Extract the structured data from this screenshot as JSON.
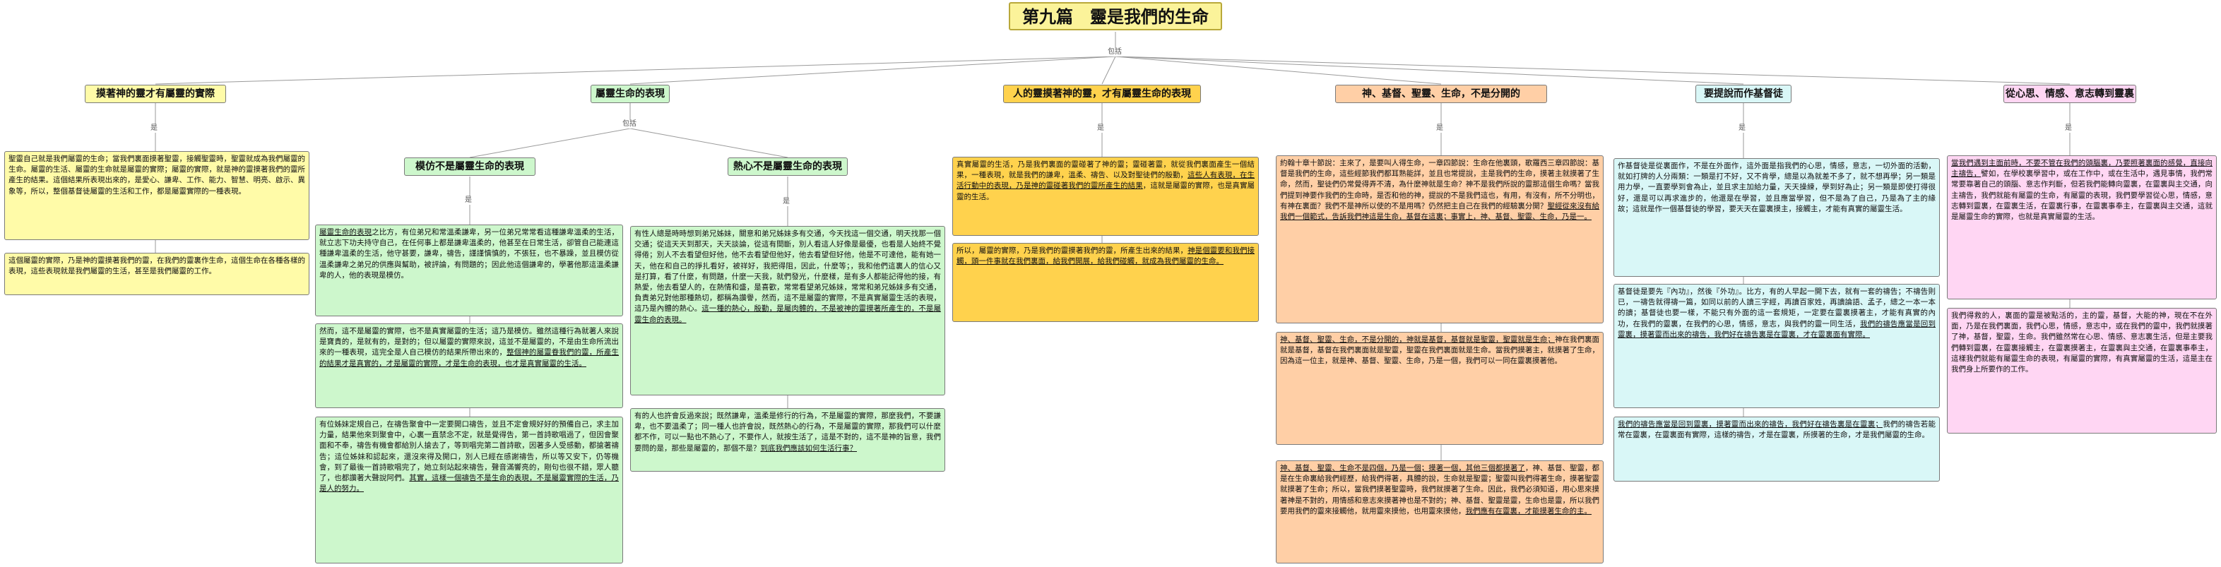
{
  "title": "第九篇　靈是我們的生命",
  "connector_labels": {
    "root": "包括",
    "green": "包括",
    "is": "是"
  },
  "branches": [
    {
      "id": "b1",
      "label": "摸著神的靈才有屬靈的實際",
      "color": "#fffba8"
    },
    {
      "id": "b2",
      "label": "屬靈生命的表現",
      "color": "#cdf7cc"
    },
    {
      "id": "b3",
      "label": "人的靈摸著神的靈，才有屬靈生命的表現",
      "color": "#ffd24d"
    },
    {
      "id": "b4",
      "label": "神、基督、聖靈、生命，不是分開的",
      "color": "#ffcfa6"
    },
    {
      "id": "b5",
      "label": "要提說而作基督徒",
      "color": "#d9f7f7"
    },
    {
      "id": "b6",
      "label": "從心思、情感、意志轉到靈裏",
      "color": "#ffd6f3"
    }
  ],
  "sub_branches": [
    {
      "id": "s1",
      "label": "模仿不是屬靈生命的表現"
    },
    {
      "id": "s2",
      "label": "熱心不是屬靈生命的表現"
    }
  ],
  "texts": {
    "y1": "聖靈自己就是我們屬靈的生命；當我們裏面摸著聖靈，接觸聖靈時，聖靈就成為我們屬靈的生命。屬靈的生活、屬靈的生命就是屬靈的實際；屬靈的實際，就是神的靈摸著我們的靈所產生的結果。這個結果所表現出來的，是愛心、謙卑、工作、能力、智慧、明亮、啟示、異象等，所以，整個基督徒屬靈的生活和工作，都是屬靈實際的一種表現。",
    "y2": "這個屬靈的實際，乃是神的靈摸著我們的靈，在我們的靈裏作生命，這個生命在各種各樣的表現，這些表現就是我們屬靈的生活，甚至是我們屬靈的工作。",
    "g1a": "屬靈生命的表現",
    "g1b": "之比方，有位弟兄和常溫柔謙卑，另一位弟兄常常看這種謙卑溫柔的生活，就立志下功夫持守自己，在任何事上都是謙卑溫柔的，他甚至在日常生活，卻管自己能連這種謙卑溫柔的生活，他守甚要，謙卑，禱告，謹謹慎慎的，不張狂，也不暴躁，並且模仿從溫柔謙卑之弟兄的供應與幫助，被評論，有問題的；因此他這個謙卑的，學著他那這溫柔謙卑的人，他的表現是模仿。",
    "g2a": "然而，這不是屬靈的實際，也不是真實屬靈的生活；這乃是模仿。雖然這種行為就著人來說是寶貴的，是就有的，是對的；但以屬靈的實際來說，這並不是屬靈的，不是由生命所流出來的一種表現，這完全是人自己模仿的結果所帶出來的，",
    "g2b": "整個神的屬靈眷我們的靈，所產生的結果才是真實的，才是屬靈的實際，才是生命的表現，也才是真實屬靈的生活。",
    "g3a": "有位姊妹定規自己，在禱告聚會中一定要開口禱告，並且不定會規好好的預備自己，求主加力量，結果他來到聚會中，心裏一直禁念不定，就是覺得告，第一首詩歌唱過了，但因會聚面和不奉，禱告有機會都給別人搶去了，等到唱完第二首詩歌，因著多人受感動，都搶著禱告；這位姊妹和認起來，還沒來得及開口，別人已經在感謝禱告，所以等又安下，仍等機會，到了最後一首詩歌唱完了，她立刻站起來禱告，聲音滿響亮的，剛句也很不錯，眾人聽了，也都讚著大聲說阿們。",
    "g3b": "其實，這樣一個禱告不是生命的表現，不是屬靈實際的生活，乃是人的努力。",
    "g4a": "有性人總是時時想到弟兄姊妹，關意和弟兄姊妹多有交通，今天找這一個交通，明天找那一個交通；從這天天到那天，天天談論，從這有間斷，別人看這人好像是最優，也看是人始終不覺得倦；別人不去看望但好他，他不去看望但他好，他去看望但好他，他是不可達他，能有她一天，他在和自己的掙扎看好，被祥好，我把得阻，因此，什麼等；，我和他們這裏人的信心又是打算，看了什麼，有問題，什麼一天我，就們發光，什麼樣，是有多人都能記得他的接，有熱愛，他去看望人的，在熱情和盛，是喜歡，常常看望弟兄姊妹，常常和弟兄姊妹多有交通，負責弟兄對他那種熱切，都稱為讚譽，然而，這不是屬靈的實際，不是真實屬靈生活的表現，這乃是內體的熱心。",
    "g4b": "這一種的熱心，殷勤，是屬肉體的，不是被神的靈摸著所產生的，不是屬靈生命的表現。",
    "g5a": "有的人也許會反過來說；既然謙卑，溫柔是修行的行為，不是屬靈的實際，那麼我們，不要謙卑，也不要溫柔了；同一種人也許會說，既然熱心的行為，不是屬靈的實際，那我們可以什麼都不作，可以一點也不熱心了，不要作人，就按生活了，這是不對的，這不是神的旨意，我們要問的是，那些是屬靈的，那個不是？",
    "g5b": "到底我們應該如何生活行事？",
    "o1a": "真實屬靈的生活，乃是我們裏面的靈碰著了神的靈；靈碰著靈，就從我們裏面產生一個結果，一種表現，就是我們的謙卑，溫柔、禱告、以及對聖徒們的殷勤，",
    "o1b": "這些人有表現，在生活行動中的表現，乃是神的靈碰著我們的靈所產生的結果",
    "o1c": "，這就是屬靈的實際，也是真實屬靈的生活。",
    "o2a": "所以，屬靈的實際，乃是我們的靈摸著我們的靈，所產生出來的結果，",
    "o2b": "神是個靈要和我們接觸，頭一件事就在我們裏面，給我們開展，給我們碰觸，就成為我們屬靈的生命。",
    "p1a": "約翰十章十節說：主來了，是要叫人得生命，一章四節說：生命在他裏頭，歌羅西三章四節說：基督是我們的生命，這些經節我們都耳熟能詳，並且也常提說，主是我們的生命，摸著主就摸著了生命，然而，聖徒們仍常覺得弄不清，為什麼神就是生命？神不是我們所說的靈那這個生命嗎？當我們提到神要作我們的生命時，是否和他的神，提說的不是我們這也，有用，有沒有，所不分明也，有神在裏面？我們不是神所以使的不是用嗎？仍然把主自己在我們的經驗裏分開？",
    "p1b": "聖經從來沒有給我們一個範式，告訴我們神這是生命，基督在這裏；事實上，神、基督、聖靈、生命，乃是一。",
    "p2a": "神、基督、聖靈、生命，不是分開的，神就是基督，基督就是聖靈，聖靈就是生命；",
    "p2b": "神在我們裏面就是基督，基督在我們裏面就是聖靈，聖靈在我們裏面就是生命。當我們摸著主，就摸著了生命，因為這一位主，就是神、基督、聖靈、生命，乃是一個，我們可以一同在靈裏摸著他。",
    "p3a": "神、基督、聖靈、生命不是四個，乃是一個；摸著一個，其他三個都摸著了",
    "p3b": "，神、基督、聖靈，都是在生命裏給我們經歷，給我們得著，具體的說，生命就是聖靈；聖靈叫我們得著生命，摸著聖靈就摸著了生命；所以，當我們摸著聖靈時，我們就摸著了生命。因此，我們必須知道，用心思來摸著神是不對的，用情感和意志來摸著神也是不對的；神、基督、聖靈是靈，生命也是靈，所以我們要用我們的靈來接觸他，就用靈來摸他，也用靈來摸他，",
    "p3c": "我們應有在靈裏，才能摸著生命的主。",
    "c1": "作基督徒是從裏面作，不是在外面作，這外面是指我們的心思，情感，意志，一切外面的活動，就如打牌的人分兩類：一類是打不好，又不肯學，總是以為就差不多了，就不想再學；另一類是用力學，一直要學到會為止，並且求主加給力量，天天操練，學到好為止；另一類是即使打得很好，還是可以再求進步的，他還是在學習，並且應當學習，但不是為了自己，乃是為了主的緣故；這就是作一個基督徒的學習，要天天在靈裏摸主，接觸主，才能有真實的屬靈生活。",
    "c2": "基督徒是要先『內功』，然後『外功』。比方，有的人早起一開下去，就有一套的禱告；不禱告則已，一禱告就得禱一篇，如同以前的人讀三字經，再讀百家姓，再讀論語、孟子，總之一本一本的讀；基督徒也要一樣，不能只有外面的這一套規矩，一定要在靈裏摸著主，才能有真實的內功，在我們的靈裏，在我們的心思，情感，意志，與我們的靈一同生活，",
    "c2b": "我們的禱告應當是回到靈裏，摸著靈而出來的禱告，我們好在禱告裏是在靈裏，才在靈裏面有實際。",
    "c3a": "我們的禱告應當是回到靈裏，摸著靈而出來的禱告，我們好在禱告裏是在靈裏；",
    "c3b": "我們的禱告若能常在靈裏，在靈裏面有實際，這樣的禱告，才是在靈裏，所摸著的生命，才是我們屬靈的生命。",
    "k1a": "當我們遇到主面前時，不要不管在我們的頭腦裏，乃要照著裏面的感覺，直接向主禱告，",
    "k1b": "譬如，在學校裏學習中，或在工作中，或在生活中，遇見事情，我們常常要靠著自己的頭腦、意志作判斷，但若我們能轉向靈裏，在靈裏與主交通，向主禱告，我們就能有屬靈的生命，有屬靈的表現，我們要學習從心思，情感，意志轉到靈裏，在靈裏生活，在靈裏行事，在靈裏事奉主，在靈裏與主交通，這就是屬靈生命的實際，也就是真實屬靈的生活。",
    "k2": "我們得救的人，裏面的靈是被點活的，主的靈，基督，大能的神，現在不在外面，乃是在我們裏面，我們心思，情感，意志中，或在我們的靈中，我們就摸著了神，基督，聖靈，生命。我們雖然常在心思、情感、意志裏生活，但是主要我們轉到靈裏，在靈裏接觸主，在靈裏摸著主，在靈裏與主交通，在靈裏事奉主，這樣我們就能有屬靈生命的表現，有屬靈的實際，有真實屬靈的生活，這是主在我們身上所要作的工作。"
  }
}
